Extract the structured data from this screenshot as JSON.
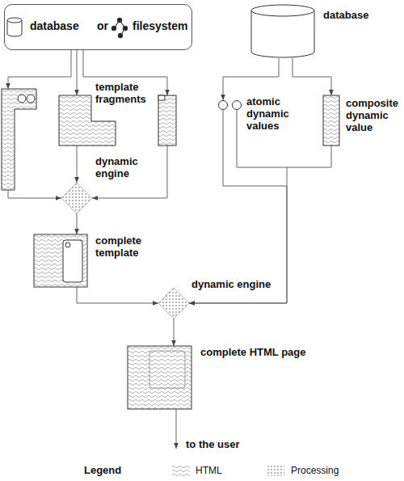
{
  "diagram": {
    "nodes": [
      {
        "text": [
          "database",
          "or",
          "filesystem"
        ]
      },
      {
        "text": [
          "database"
        ]
      },
      {
        "text": [
          "template fragments"
        ]
      },
      {
        "text": [
          "atomic dynamic values"
        ]
      },
      {
        "text": [
          "composite dynamic value"
        ]
      },
      {
        "text": [
          "dynamic engine"
        ]
      },
      {
        "text": [
          "complete template"
        ]
      },
      {
        "text": [
          "dynamic engine"
        ]
      },
      {
        "text": [
          "complete HTML page"
        ]
      }
    ],
    "edges": [
      {
        "from": 0,
        "to": 2,
        "arrow": "to"
      },
      {
        "from": 1,
        "to": 3,
        "arrow": "to"
      },
      {
        "from": 1,
        "to": 4,
        "arrow": "to"
      },
      {
        "from": 3,
        "to": 7,
        "arrow": "to"
      },
      {
        "from": 4,
        "to": 7,
        "arrow": "to"
      },
      {
        "from": 2,
        "to": 5,
        "arrow": "to"
      },
      {
        "from": 5,
        "to": 6,
        "arrow": "to"
      },
      {
        "from": 6,
        "to": 7,
        "arrow": "to"
      },
      {
        "from": 7,
        "to": 8,
        "arrow": "to"
      }
    ],
    "labels": [
      "to the user",
      "Legend"
    ],
    "legend": [
      {
        "text": "HTML"
      },
      {
        "text": "Processing"
      }
    ]
  }
}
